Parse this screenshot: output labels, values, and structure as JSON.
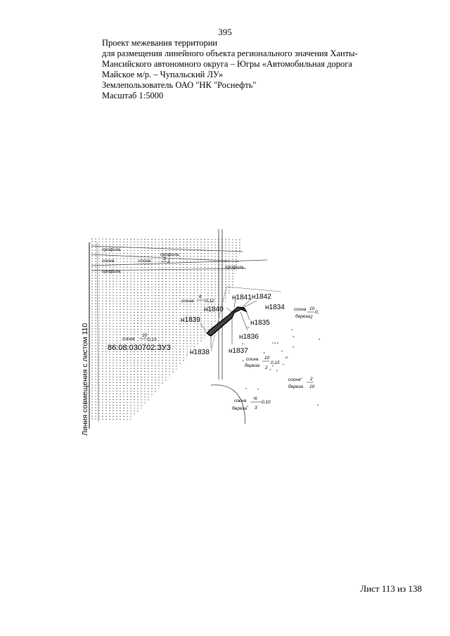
{
  "page_number": "395",
  "header": {
    "line1": "Проект межевания территории",
    "line2": "для размещения линейного объекта регионального значения Ханты-",
    "line3": "Мансийского автономного округа – Югры  «Автомобильная дорога",
    "line4": "Майское м/р. – Чупальский ЛУ»",
    "line5": "Землепользователь ОАО \"НК \"Роснефть\"",
    "line6": "Масштаб 1:5000"
  },
  "map": {
    "side_label": "Линия совмещения с листом 110",
    "parcel_id": "86:08:030702:ЗУ3",
    "points": {
      "n1834": "н1834",
      "n1835": "н1835",
      "n1836": "н1836",
      "n1837": "н1837",
      "n1838": "н1838",
      "n1839": "н1839",
      "n1840": "н1840",
      "n1841": "н1841",
      "n1842": "н1842"
    },
    "annotations": {
      "profile1": "профиль",
      "profile2": "профиль",
      "profile3": "профиль",
      "profile4": "профиль",
      "pine1": "сосна",
      "pine2": "сосна",
      "pine3": "сосна",
      "pine4": "сосна",
      "pine5": "сосна",
      "pine6": "сосна",
      "pine7": "сосна",
      "birch1": "береза",
      "birch2": "береза",
      "birch3": "береза",
      "birch4": "береза",
      "frac_a_top": "10",
      "frac_a_right": "0,",
      "frac_a_bot": "2",
      "frac_b_top": "10",
      "frac_b_right": "0,15",
      "frac_b_bot": "2",
      "frac_c_top": "6",
      "frac_c_right": "0,10",
      "frac_c_bot": "3",
      "frac_d_top": "2",
      "frac_d_bot": "10",
      "frac_e_top": "10",
      "frac_e_right": "0,15",
      "frac_f_right": "0,12",
      "frac_f_top": "6",
      "frac_g_top": "3",
      "frac_g_right": "2"
    }
  },
  "footer": "Лист 113 из 138"
}
